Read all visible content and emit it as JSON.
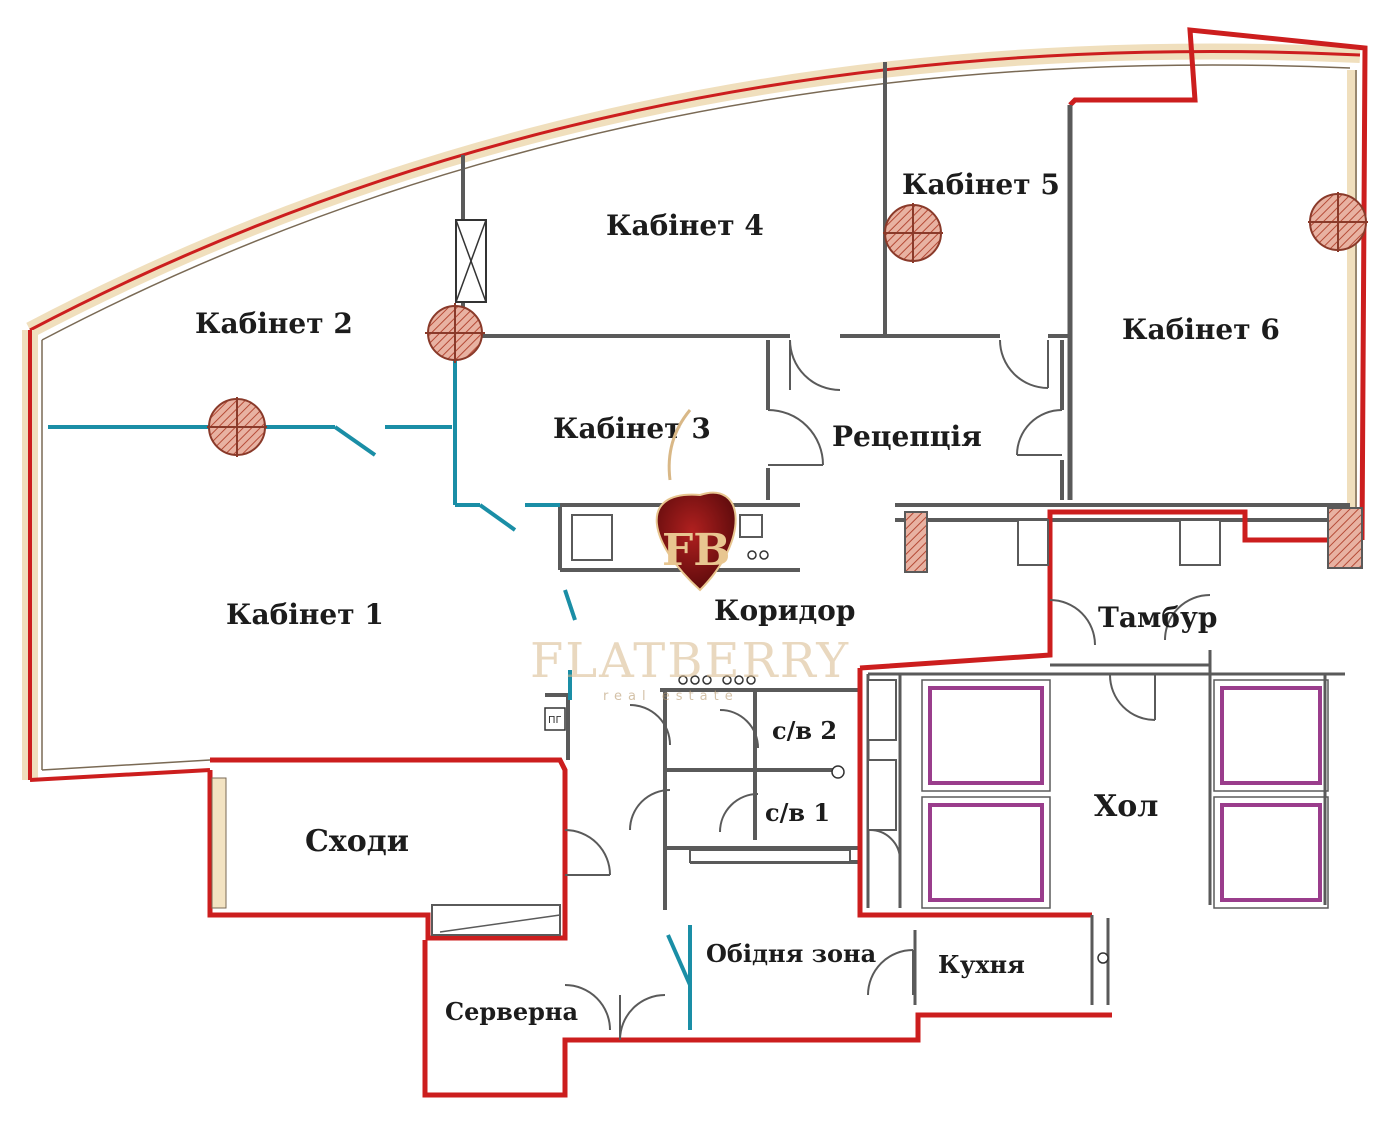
{
  "rooms": [
    {
      "id": "kab1",
      "label": "Кабінет 1"
    },
    {
      "id": "kab2",
      "label": "Кабінет 2"
    },
    {
      "id": "kab3",
      "label": "Кабінет 3"
    },
    {
      "id": "kab4",
      "label": "Кабінет 4"
    },
    {
      "id": "kab5",
      "label": "Кабінет 5"
    },
    {
      "id": "kab6",
      "label": "Кабінет 6"
    },
    {
      "id": "reception",
      "label": "Рецепція"
    },
    {
      "id": "corridor",
      "label": "Коридор"
    },
    {
      "id": "vestibule",
      "label": "Тамбур"
    },
    {
      "id": "hall",
      "label": "Хол"
    },
    {
      "id": "stairs",
      "label": "Сходи"
    },
    {
      "id": "wc2",
      "label": "с/в 2"
    },
    {
      "id": "wc1",
      "label": "с/в 1"
    },
    {
      "id": "dining",
      "label": "Обідня зона"
    },
    {
      "id": "kitchen",
      "label": "Кухня"
    },
    {
      "id": "server",
      "label": "Серверна"
    }
  ],
  "misc": {
    "pg_tag": "ПГ"
  },
  "watermark": {
    "brand": "FLATBERRY",
    "tagline": "real estate",
    "monogram": "FB"
  },
  "colors": {
    "outer_wall": "#cc1e1e",
    "partition": "#1a8ea6",
    "wall": "#5a5a5a",
    "frame_fill": "#f3e3c2",
    "column": "#c96a58",
    "elevator": "#9a3d8c"
  }
}
